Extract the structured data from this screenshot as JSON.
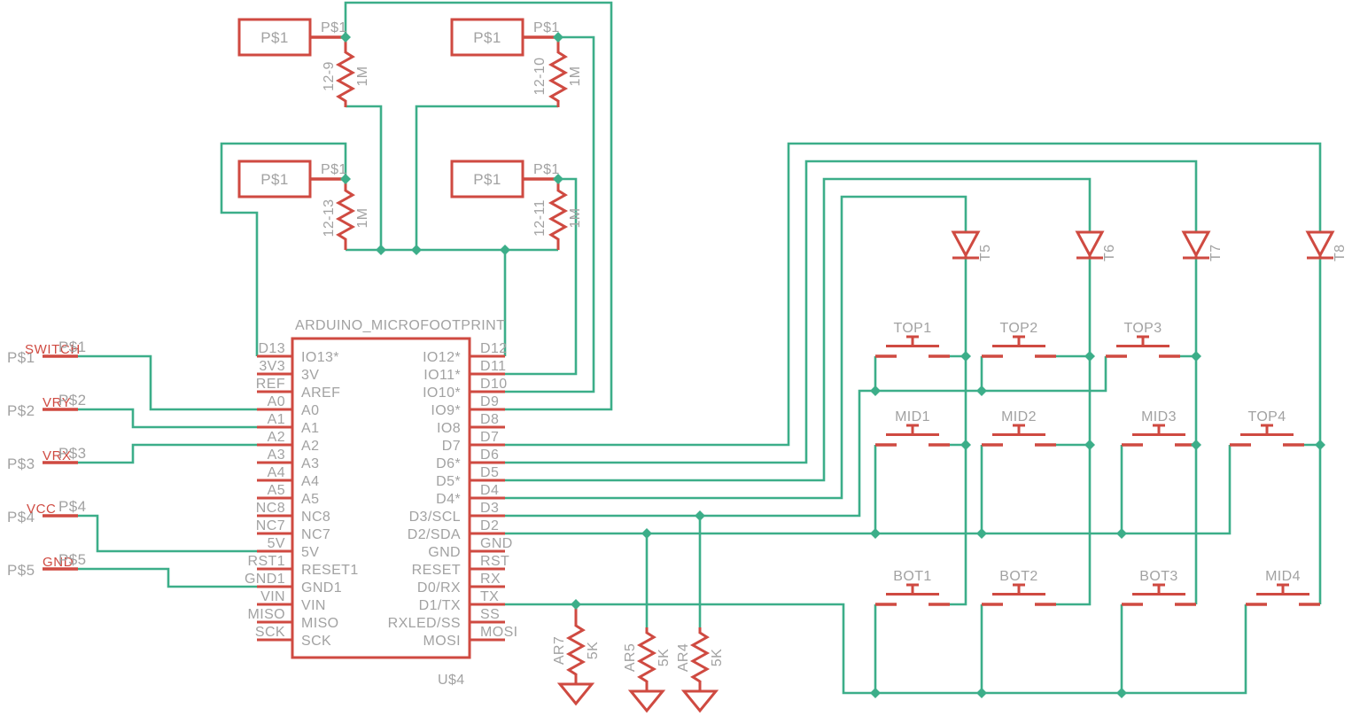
{
  "colors": {
    "wire": "#3cae89",
    "symbol": "#cf4a41",
    "label": "#a2a2a2"
  },
  "ic": {
    "title": "ARDUINO_MICROFOOTPRINT",
    "designator": "U$4",
    "left_pins": [
      {
        "outer": "D13",
        "inner": "IO13*"
      },
      {
        "outer": "3V3",
        "inner": "3V"
      },
      {
        "outer": "REF",
        "inner": "AREF"
      },
      {
        "outer": "A0",
        "inner": "A0"
      },
      {
        "outer": "A1",
        "inner": "A1"
      },
      {
        "outer": "A2",
        "inner": "A2"
      },
      {
        "outer": "A3",
        "inner": "A3"
      },
      {
        "outer": "A4",
        "inner": "A4"
      },
      {
        "outer": "A5",
        "inner": "A5"
      },
      {
        "outer": "NC8",
        "inner": "NC8"
      },
      {
        "outer": "NC7",
        "inner": "NC7"
      },
      {
        "outer": "5V",
        "inner": "5V"
      },
      {
        "outer": "RST1",
        "inner": "RESET1"
      },
      {
        "outer": "GND1",
        "inner": "GND1"
      },
      {
        "outer": "VIN",
        "inner": "VIN"
      },
      {
        "outer": "MISO",
        "inner": "MISO"
      },
      {
        "outer": "SCK",
        "inner": "SCK"
      }
    ],
    "right_pins": [
      {
        "inner": "IO12*",
        "outer": "D12"
      },
      {
        "inner": "IO11*",
        "outer": "D11"
      },
      {
        "inner": "IO10*",
        "outer": "D10"
      },
      {
        "inner": "IO9*",
        "outer": "D9"
      },
      {
        "inner": "IO8",
        "outer": "D8"
      },
      {
        "inner": "D7",
        "outer": "D7"
      },
      {
        "inner": "D6*",
        "outer": "D6"
      },
      {
        "inner": "D5*",
        "outer": "D5"
      },
      {
        "inner": "D4*",
        "outer": "D4"
      },
      {
        "inner": "D3/SCL",
        "outer": "D3"
      },
      {
        "inner": "D2/SDA",
        "outer": "D2"
      },
      {
        "inner": "GND",
        "outer": "GND"
      },
      {
        "inner": "RESET",
        "outer": "RST"
      },
      {
        "inner": "D0/RX",
        "outer": "RX"
      },
      {
        "inner": "D1/TX",
        "outer": "TX"
      },
      {
        "inner": "RXLED/SS",
        "outer": "SS"
      },
      {
        "inner": "MOSI",
        "outer": "MOSI"
      }
    ]
  },
  "connectors": [
    {
      "pad": "P$1",
      "net": "SWITCH",
      "pin_label": "P$1"
    },
    {
      "pad": "P$2",
      "net": "VRY",
      "pin_label": "P$2"
    },
    {
      "pad": "P$3",
      "net": "VRX",
      "pin_label": "P$3"
    },
    {
      "pad": "P$4",
      "net": "VCC",
      "pin_label": "P$4"
    },
    {
      "pad": "P$5",
      "net": "GND",
      "pin_label": "P$5"
    }
  ],
  "pads": [
    {
      "label": "P$1",
      "pin": "P$1",
      "res_name": "12-9",
      "res_value": "1M"
    },
    {
      "label": "P$1",
      "pin": "P$1",
      "res_name": "12-10",
      "res_value": "1M"
    },
    {
      "label": "P$1",
      "pin": "P$1",
      "res_name": "12-13",
      "res_value": "1M"
    },
    {
      "label": "P$1",
      "pin": "P$1",
      "res_name": "12-11",
      "res_value": "1M"
    }
  ],
  "pulldown_resistors": [
    {
      "name": "AR7",
      "value": "5K"
    },
    {
      "name": "AR5",
      "value": "5K"
    },
    {
      "name": "AR4",
      "value": "5K"
    }
  ],
  "diodes": [
    {
      "name": "T5"
    },
    {
      "name": "T6"
    },
    {
      "name": "T7"
    },
    {
      "name": "T8"
    }
  ],
  "buttons": [
    {
      "name": "TOP1"
    },
    {
      "name": "TOP2"
    },
    {
      "name": "TOP3"
    },
    {
      "name": "MID1"
    },
    {
      "name": "MID2"
    },
    {
      "name": "MID3"
    },
    {
      "name": "TOP4"
    },
    {
      "name": "BOT1"
    },
    {
      "name": "BOT2"
    },
    {
      "name": "BOT3"
    },
    {
      "name": "MID4"
    }
  ]
}
